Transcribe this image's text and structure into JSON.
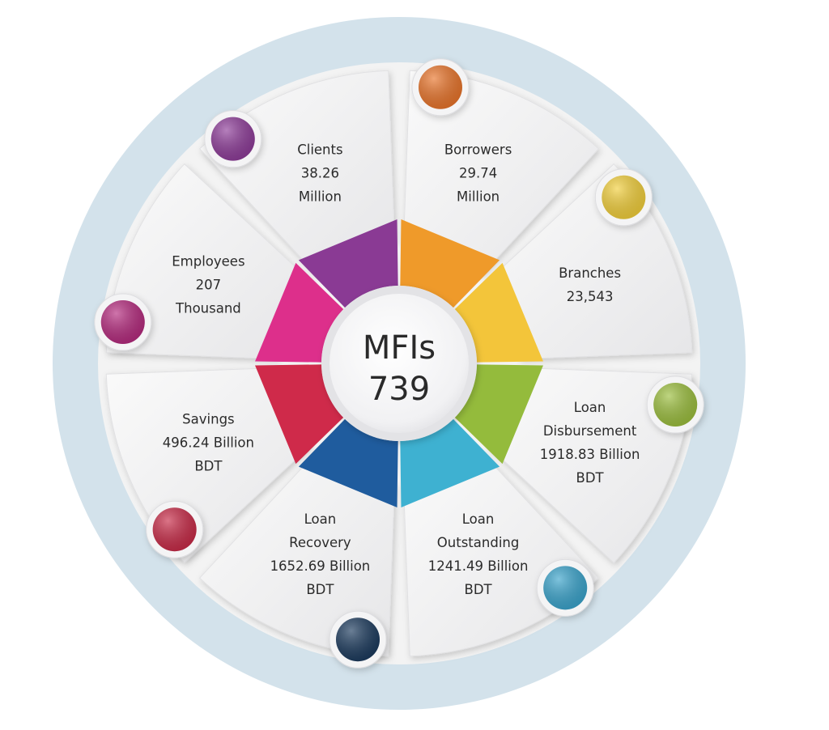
{
  "center": {
    "line1": "MFIs",
    "line2": "739"
  },
  "segments": [
    {
      "id": "clients",
      "lines": [
        "Clients",
        "38.26",
        "Million"
      ],
      "color": "#8a3a94",
      "dot": "#8e3c99"
    },
    {
      "id": "borrowers",
      "lines": [
        "Borrowers",
        "29.74",
        "Million"
      ],
      "color": "#ef9a2a",
      "dot": "#e9742a"
    },
    {
      "id": "branches",
      "lines": [
        "Branches",
        "23,543"
      ],
      "color": "#f3c53a",
      "dot": "#f2cf3b"
    },
    {
      "id": "loan-disbursement",
      "lines": [
        "Loan",
        "Disbursement",
        "1918.83 Billion",
        "BDT"
      ],
      "color": "#94bb3c",
      "dot": "#9cbf3e"
    },
    {
      "id": "loan-outstanding",
      "lines": [
        "Loan",
        "Outstanding",
        "1241.49 Billion",
        "BDT"
      ],
      "color": "#3eb1d1",
      "dot": "#3aa4cc"
    },
    {
      "id": "loan-recovery",
      "lines": [
        "Loan",
        "Recovery",
        "1652.69 Billion",
        "BDT"
      ],
      "color": "#1f5c9e",
      "dot": "#1b3a5d"
    },
    {
      "id": "savings",
      "lines": [
        "Savings",
        "496.24 Billion",
        "BDT"
      ],
      "color": "#cf2a4a",
      "dot": "#c82a47"
    },
    {
      "id": "employees",
      "lines": [
        "Employees",
        "207",
        "Thousand"
      ],
      "color": "#dd2f8b",
      "dot": "#b52a7e"
    }
  ]
}
